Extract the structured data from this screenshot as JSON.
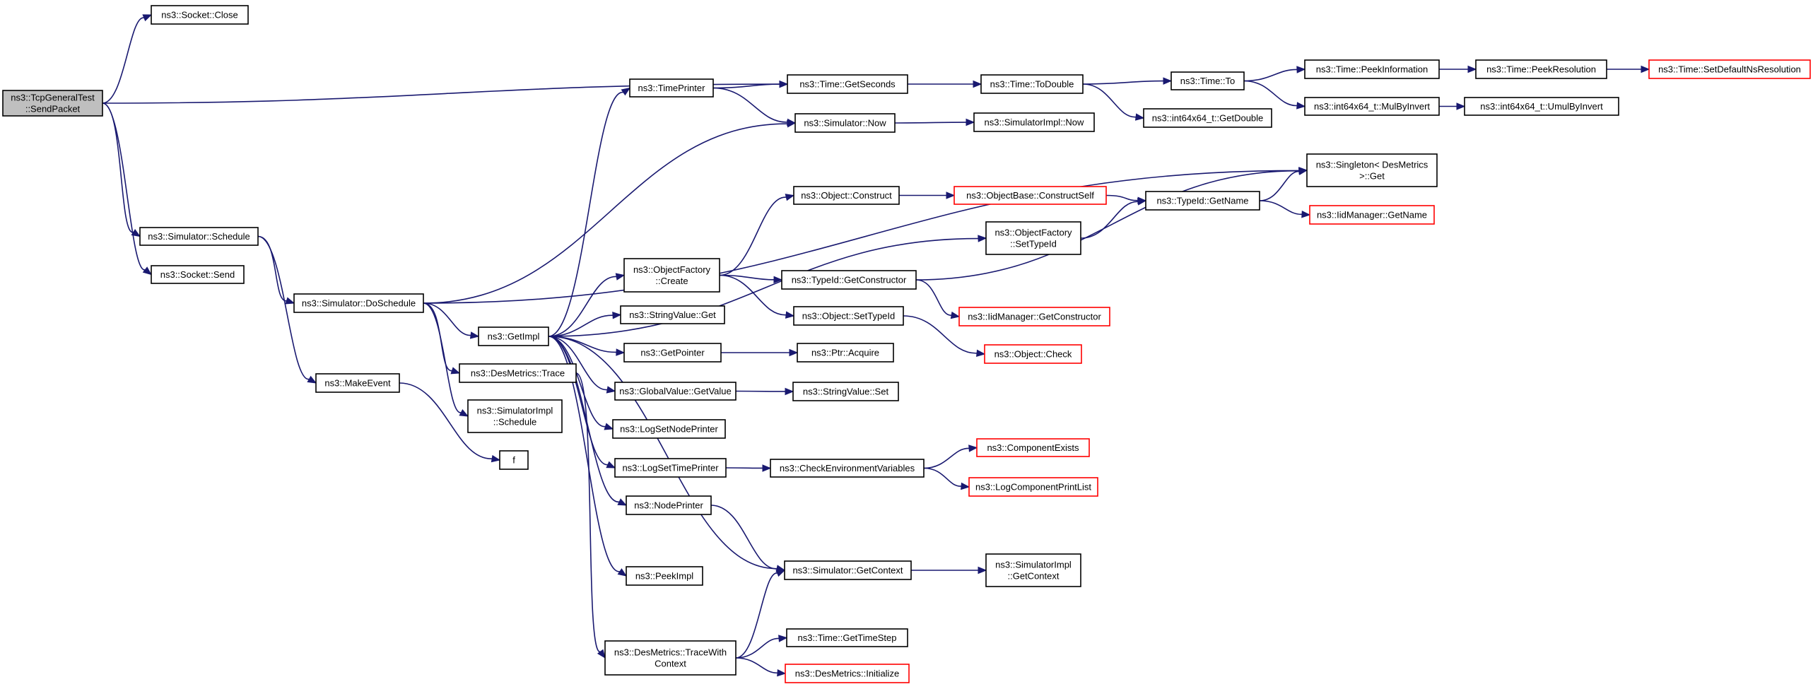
{
  "diagram": {
    "colors": {
      "edge": "#191970",
      "external_border": "#ff0000",
      "root_fill": "#bfbfbf"
    },
    "nodes": [
      {
        "id": "root",
        "lines": [
          "ns3::TcpGeneralTest",
          "::SendPacket"
        ],
        "style": "root"
      },
      {
        "id": "sockclose",
        "lines": [
          "ns3::Socket::Close"
        ]
      },
      {
        "id": "simschedule",
        "lines": [
          "ns3::Simulator::Schedule"
        ]
      },
      {
        "id": "socksend",
        "lines": [
          "ns3::Socket::Send"
        ]
      },
      {
        "id": "doschedule",
        "lines": [
          "ns3::Simulator::DoSchedule"
        ]
      },
      {
        "id": "makeevent",
        "lines": [
          "ns3::MakeEvent"
        ]
      },
      {
        "id": "f",
        "lines": [
          "f"
        ]
      },
      {
        "id": "getimpl",
        "lines": [
          "ns3::GetImpl"
        ]
      },
      {
        "id": "dmtrace",
        "lines": [
          "ns3::DesMetrics::Trace"
        ]
      },
      {
        "id": "simimplsched",
        "lines": [
          "ns3::SimulatorImpl",
          "::Schedule"
        ]
      },
      {
        "id": "timeprinter",
        "lines": [
          "ns3::TimePrinter"
        ]
      },
      {
        "id": "ofcreate",
        "lines": [
          "ns3::ObjectFactory",
          "::Create"
        ]
      },
      {
        "id": "svget",
        "lines": [
          "ns3::StringValue::Get"
        ]
      },
      {
        "id": "getpointer",
        "lines": [
          "ns3::GetPointer"
        ]
      },
      {
        "id": "gvgetvalue",
        "lines": [
          "ns3::GlobalValue::GetValue"
        ]
      },
      {
        "id": "logsetnode",
        "lines": [
          "ns3::LogSetNodePrinter"
        ]
      },
      {
        "id": "logsettime",
        "lines": [
          "ns3::LogSetTimePrinter"
        ]
      },
      {
        "id": "nodeprinter",
        "lines": [
          "ns3::NodePrinter"
        ]
      },
      {
        "id": "peekimpl",
        "lines": [
          "ns3::PeekImpl"
        ]
      },
      {
        "id": "dmtracectx",
        "lines": [
          "ns3::DesMetrics::TraceWith",
          "Context"
        ]
      },
      {
        "id": "getseconds",
        "lines": [
          "ns3::Time::GetSeconds"
        ]
      },
      {
        "id": "simnow",
        "lines": [
          "ns3::Simulator::Now"
        ]
      },
      {
        "id": "objconstruct",
        "lines": [
          "ns3::Object::Construct"
        ]
      },
      {
        "id": "tidgetctor",
        "lines": [
          "ns3::TypeId::GetConstructor"
        ]
      },
      {
        "id": "objsettypeid",
        "lines": [
          "ns3::Object::SetTypeId"
        ]
      },
      {
        "id": "ptracquire",
        "lines": [
          "ns3::Ptr::Acquire"
        ]
      },
      {
        "id": "svset",
        "lines": [
          "ns3::StringValue::Set"
        ]
      },
      {
        "id": "checkenv",
        "lines": [
          "ns3::CheckEnvironmentVariables"
        ]
      },
      {
        "id": "simgetctx",
        "lines": [
          "ns3::Simulator::GetContext"
        ]
      },
      {
        "id": "gettimestep",
        "lines": [
          "ns3::Time::GetTimeStep"
        ]
      },
      {
        "id": "dminit",
        "lines": [
          "ns3::DesMetrics::Initialize"
        ],
        "style": "ext"
      },
      {
        "id": "todouble",
        "lines": [
          "ns3::Time::ToDouble"
        ]
      },
      {
        "id": "simimplnow",
        "lines": [
          "ns3::SimulatorImpl::Now"
        ]
      },
      {
        "id": "obconstructself",
        "lines": [
          "ns3::ObjectBase::ConstructSelf"
        ],
        "style": "ext"
      },
      {
        "id": "ofsettypeid",
        "lines": [
          "ns3::ObjectFactory",
          "::SetTypeId"
        ]
      },
      {
        "id": "iidgetctor",
        "lines": [
          "ns3::IidManager::GetConstructor"
        ],
        "style": "ext"
      },
      {
        "id": "objcheck",
        "lines": [
          "ns3::Object::Check"
        ],
        "style": "ext"
      },
      {
        "id": "compexists",
        "lines": [
          "ns3::ComponentExists"
        ],
        "style": "ext"
      },
      {
        "id": "logcompprint",
        "lines": [
          "ns3::LogComponentPrintList"
        ],
        "style": "ext"
      },
      {
        "id": "simimplgetctx",
        "lines": [
          "ns3::SimulatorImpl",
          "::GetContext"
        ]
      },
      {
        "id": "timeto",
        "lines": [
          "ns3::Time::To"
        ]
      },
      {
        "id": "i64getdouble",
        "lines": [
          "ns3::int64x64_t::GetDouble"
        ]
      },
      {
        "id": "tidgetname",
        "lines": [
          "ns3::TypeId::GetName"
        ]
      },
      {
        "id": "peekinfo",
        "lines": [
          "ns3::Time::PeekInformation"
        ]
      },
      {
        "id": "mulbyinvert",
        "lines": [
          "ns3::int64x64_t::MulByInvert"
        ]
      },
      {
        "id": "singleton",
        "lines": [
          "ns3::Singleton< DesMetrics",
          ">::Get"
        ]
      },
      {
        "id": "iidgetname",
        "lines": [
          "ns3::IidManager::GetName"
        ],
        "style": "ext"
      },
      {
        "id": "peekres",
        "lines": [
          "ns3::Time::PeekResolution"
        ]
      },
      {
        "id": "umulbyinvert",
        "lines": [
          "ns3::int64x64_t::UmulByInvert"
        ]
      },
      {
        "id": "setdefaultns",
        "lines": [
          "ns3::Time::SetDefaultNsResolution"
        ],
        "style": "ext"
      }
    ],
    "edges": [
      [
        "root",
        "sockclose"
      ],
      [
        "root",
        "getseconds"
      ],
      [
        "root",
        "simschedule"
      ],
      [
        "root",
        "socksend"
      ],
      [
        "simschedule",
        "doschedule"
      ],
      [
        "simschedule",
        "makeevent"
      ],
      [
        "makeevent",
        "f"
      ],
      [
        "doschedule",
        "simnow"
      ],
      [
        "doschedule",
        "singleton"
      ],
      [
        "doschedule",
        "getimpl"
      ],
      [
        "doschedule",
        "dmtrace"
      ],
      [
        "doschedule",
        "simimplsched"
      ],
      [
        "getimpl",
        "timeprinter"
      ],
      [
        "getimpl",
        "ofsettypeid"
      ],
      [
        "getimpl",
        "ofcreate"
      ],
      [
        "getimpl",
        "svget"
      ],
      [
        "getimpl",
        "getpointer"
      ],
      [
        "getimpl",
        "gvgetvalue"
      ],
      [
        "getimpl",
        "logsetnode"
      ],
      [
        "getimpl",
        "logsettime"
      ],
      [
        "getimpl",
        "nodeprinter"
      ],
      [
        "getimpl",
        "peekimpl"
      ],
      [
        "getimpl",
        "simgetctx"
      ],
      [
        "dmtrace",
        "dmtracectx"
      ],
      [
        "timeprinter",
        "getseconds"
      ],
      [
        "timeprinter",
        "simnow"
      ],
      [
        "ofcreate",
        "objconstruct"
      ],
      [
        "ofcreate",
        "tidgetctor"
      ],
      [
        "ofcreate",
        "objsettypeid"
      ],
      [
        "getpointer",
        "ptracquire"
      ],
      [
        "gvgetvalue",
        "svset"
      ],
      [
        "logsettime",
        "checkenv"
      ],
      [
        "nodeprinter",
        "simgetctx"
      ],
      [
        "dmtracectx",
        "simgetctx"
      ],
      [
        "dmtracectx",
        "gettimestep"
      ],
      [
        "dmtracectx",
        "dminit"
      ],
      [
        "getseconds",
        "todouble"
      ],
      [
        "simnow",
        "simimplnow"
      ],
      [
        "objconstruct",
        "obconstructself"
      ],
      [
        "obconstructself",
        "tidgetname"
      ],
      [
        "ofsettypeid",
        "tidgetname"
      ],
      [
        "tidgetctor",
        "iidgetctor"
      ],
      [
        "tidgetctor",
        "singleton"
      ],
      [
        "objsettypeid",
        "objcheck"
      ],
      [
        "checkenv",
        "compexists"
      ],
      [
        "checkenv",
        "logcompprint"
      ],
      [
        "simgetctx",
        "simimplgetctx"
      ],
      [
        "todouble",
        "timeto"
      ],
      [
        "todouble",
        "i64getdouble"
      ],
      [
        "timeto",
        "peekinfo"
      ],
      [
        "timeto",
        "mulbyinvert"
      ],
      [
        "peekinfo",
        "peekres"
      ],
      [
        "peekres",
        "setdefaultns"
      ],
      [
        "mulbyinvert",
        "umulbyinvert"
      ],
      [
        "tidgetname",
        "singleton"
      ],
      [
        "tidgetname",
        "iidgetname"
      ]
    ]
  }
}
